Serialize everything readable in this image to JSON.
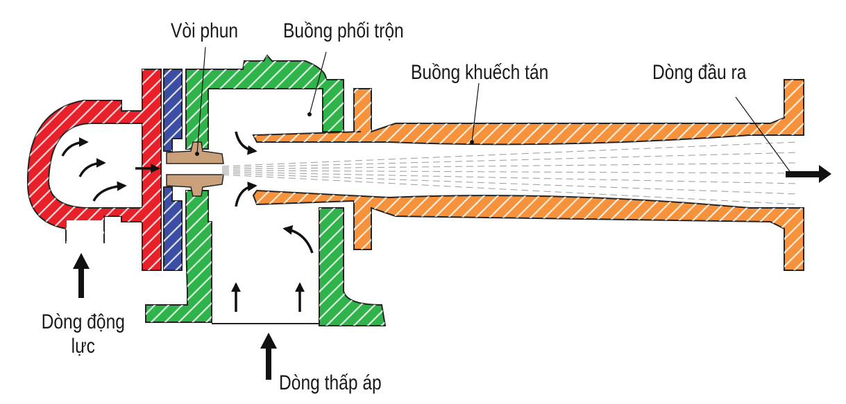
{
  "labels": {
    "nozzle": "Vòi phun",
    "mixing_chamber": "Buồng phối trộn",
    "diffuser": "Buồng khuếch tán",
    "outlet_flow": "Dòng đầu ra",
    "motive_flow": "Dòng động lực",
    "low_pressure_flow": "Dòng thấp áp"
  },
  "colors": {
    "motive_body": "#e8202a",
    "nozzle_plate": "#3b4ea3",
    "mixing_body": "#2fb34a",
    "diffuser_body": "#f5923b",
    "nozzle_tip": "#c9a07a",
    "outline": "#222222"
  }
}
